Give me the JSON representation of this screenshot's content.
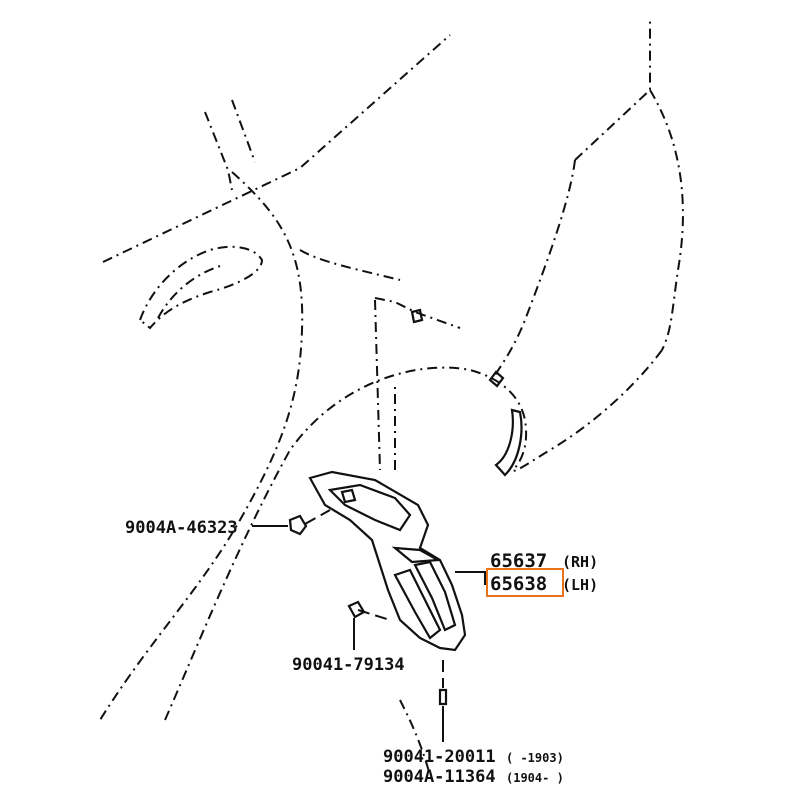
{
  "diagram": {
    "labels": {
      "bolt_upper": "9004A-46323",
      "clip_left": "90041-79134",
      "part_rh_number": "65637",
      "part_rh_side": "(RH)",
      "part_lh_number": "65638",
      "part_lh_side": "(LH)",
      "screw_a_number": "90041-20011",
      "screw_a_range": "(   -1903)",
      "screw_b_number": "9004A-11364",
      "screw_b_range": "(1904-   )"
    },
    "highlight": {
      "target": "part_lh_number",
      "color": "#e8731a"
    }
  }
}
